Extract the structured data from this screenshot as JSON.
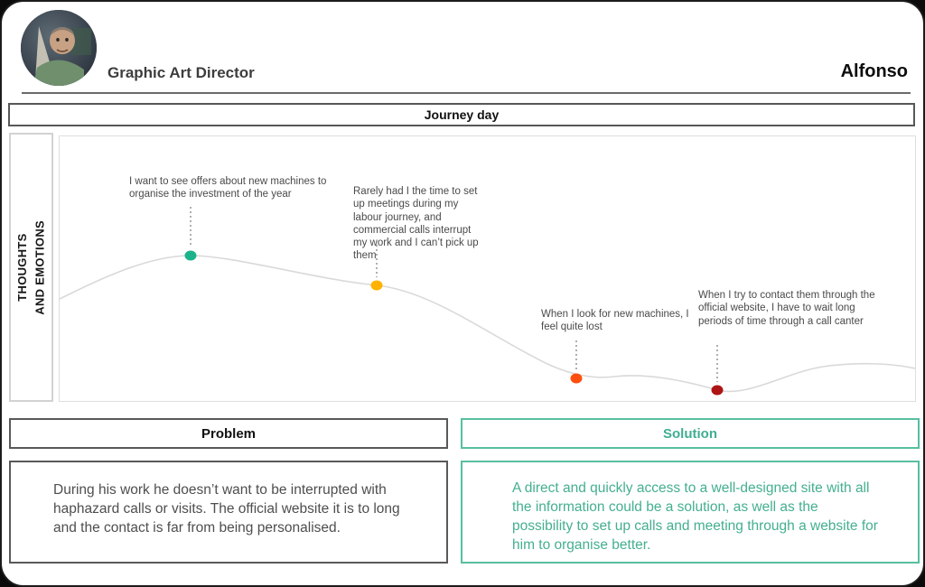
{
  "header": {
    "role": "Graphic Art Director",
    "name": "Alfonso",
    "avatar": "portrait-photo-of-persona"
  },
  "journey": {
    "title": "Journey day",
    "axis_label": "THOUGHTS\nAND EMOTIONS"
  },
  "chart_data": {
    "type": "line",
    "title": "Journey day",
    "ylabel": "THOUGHTS AND EMOTIONS",
    "curve_color": "#d9d9d9",
    "grid": false,
    "x_percent": [
      0,
      15,
      37,
      60,
      77,
      100
    ],
    "emotion_level": [
      61,
      85,
      71,
      26,
      21,
      49
    ],
    "points": [
      {
        "x_percent": 15,
        "emotion_level": 85,
        "color": "#1CB38B",
        "quote": "I want to see offers about new machines to organise the investment of the year"
      },
      {
        "x_percent": 37,
        "emotion_level": 71,
        "color": "#FFB300",
        "quote": "Rarely had I the time to set up meetings during my labour journey, and commercial calls interrupt my work and I can’t pick up them"
      },
      {
        "x_percent": 60,
        "emotion_level": 26,
        "color": "#FF4F0F",
        "quote": "When I look for new machines, I feel quite lost"
      },
      {
        "x_percent": 77,
        "emotion_level": 21,
        "color": "#AD1414",
        "quote": "When I try to contact them through the official website, I have to wait long periods of time through a call canter"
      }
    ]
  },
  "problem": {
    "title": "Problem",
    "text": "During his work he doesn’t want to be interrupted with haphazard calls or visits. The official website it is to long and the contact is far from being personalised."
  },
  "solution": {
    "title": "Solution",
    "accent": "#4FB99B",
    "text": "A direct and quickly access to a well-designed site with all the information could be a solution, as well as the possibility to set up calls and meeting through a website for him to organise better."
  }
}
